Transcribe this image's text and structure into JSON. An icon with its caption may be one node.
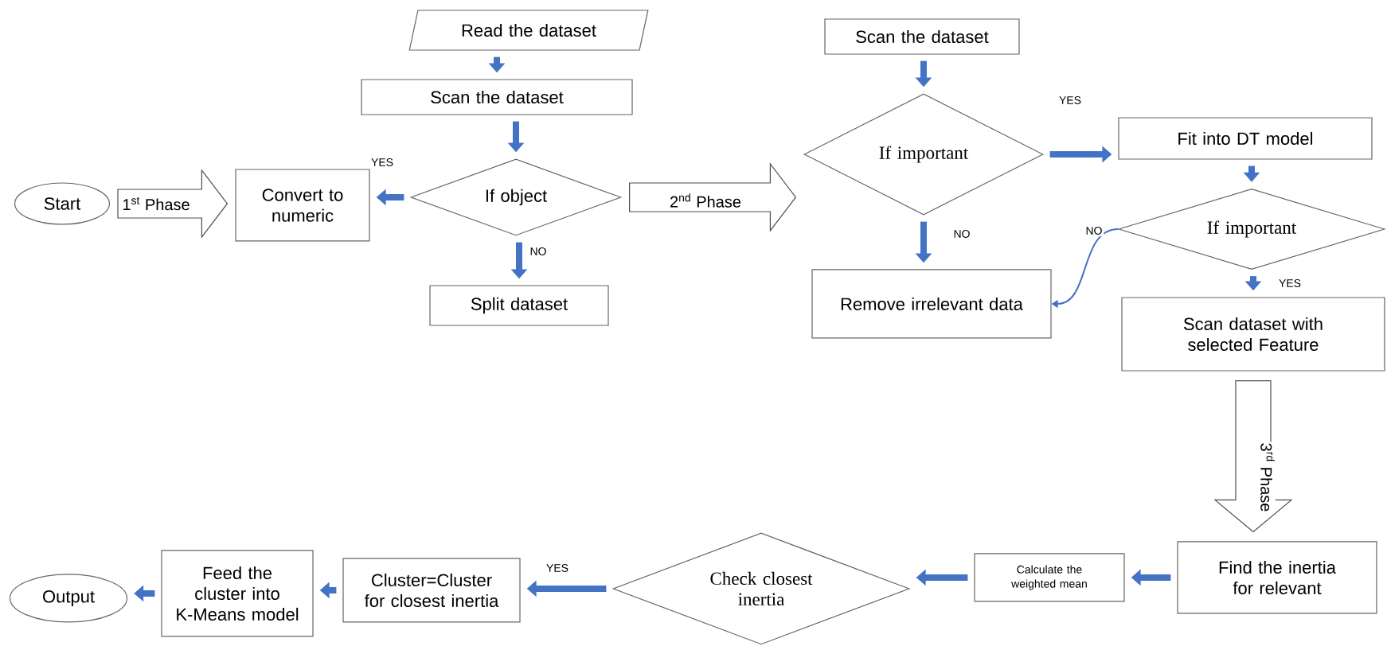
{
  "diagram": {
    "nodes": [
      {
        "text": [
          "Start"
        ]
      },
      {
        "text": [
          "Convert to numeric"
        ]
      },
      {
        "text": [
          "Read the dataset"
        ]
      },
      {
        "text": [
          "Scan the dataset"
        ]
      },
      {
        "text": [
          "If object"
        ]
      },
      {
        "text": [
          "Split dataset"
        ]
      },
      {
        "text": [
          "Scan the dataset"
        ]
      },
      {
        "text": [
          "If important"
        ]
      },
      {
        "text": [
          "Fit into DT model"
        ]
      },
      {
        "text": [
          "If important"
        ]
      },
      {
        "text": [
          "Remove irrelevant data"
        ]
      },
      {
        "text": [
          "Scan dataset with selected Feature"
        ]
      },
      {
        "text": [
          "Find the inertia for relevant"
        ]
      },
      {
        "text": [
          "Calculate the weighted mean"
        ]
      },
      {
        "text": [
          "Check closest inertia"
        ]
      },
      {
        "text": [
          "Cluster=Cluster for closest inertia"
        ]
      },
      {
        "text": [
          "Feed the cluster into K-Means model"
        ]
      },
      {
        "text": [
          "Output"
        ]
      }
    ],
    "edges": [
      {
        "from": 0,
        "to": 1,
        "arrow": "to",
        "label": "1$^{st}$ Phase",
        "style": "thick"
      },
      {
        "from": 2,
        "to": 3,
        "arrow": "to"
      },
      {
        "from": 3,
        "to": 4,
        "arrow": "to"
      },
      {
        "from": 4,
        "to": 1,
        "arrow": "to",
        "label": "YES"
      },
      {
        "from": 4,
        "to": 5,
        "arrow": "to",
        "label": "NO"
      },
      {
        "from": 4,
        "to": 7,
        "arrow": "to",
        "label": "2$^{nd}$ Phase",
        "style": "thick"
      },
      {
        "from": 6,
        "to": 7,
        "arrow": "to"
      },
      {
        "from": 7,
        "to": 8,
        "arrow": "to",
        "label": "YES"
      },
      {
        "from": 7,
        "to": 10,
        "arrow": "to",
        "label": "NO"
      },
      {
        "from": 8,
        "to": 9,
        "arrow": "to"
      },
      {
        "from": 9,
        "to": 10,
        "arrow": "to",
        "label": "NO"
      },
      {
        "from": 9,
        "to": 11,
        "arrow": "to",
        "label": "YES"
      },
      {
        "from": 11,
        "to": 12,
        "arrow": "to",
        "label": "3$^{rd}$ Phase",
        "style": "thick"
      },
      {
        "from": 12,
        "to": 13,
        "arrow": "to"
      },
      {
        "from": 13,
        "to": 14,
        "arrow": "to"
      },
      {
        "from": 14,
        "to": 15,
        "arrow": "to",
        "label": "YES"
      },
      {
        "from": 15,
        "to": 16,
        "arrow": "to"
      },
      {
        "from": 16,
        "to": 17,
        "arrow": "to"
      }
    ]
  }
}
